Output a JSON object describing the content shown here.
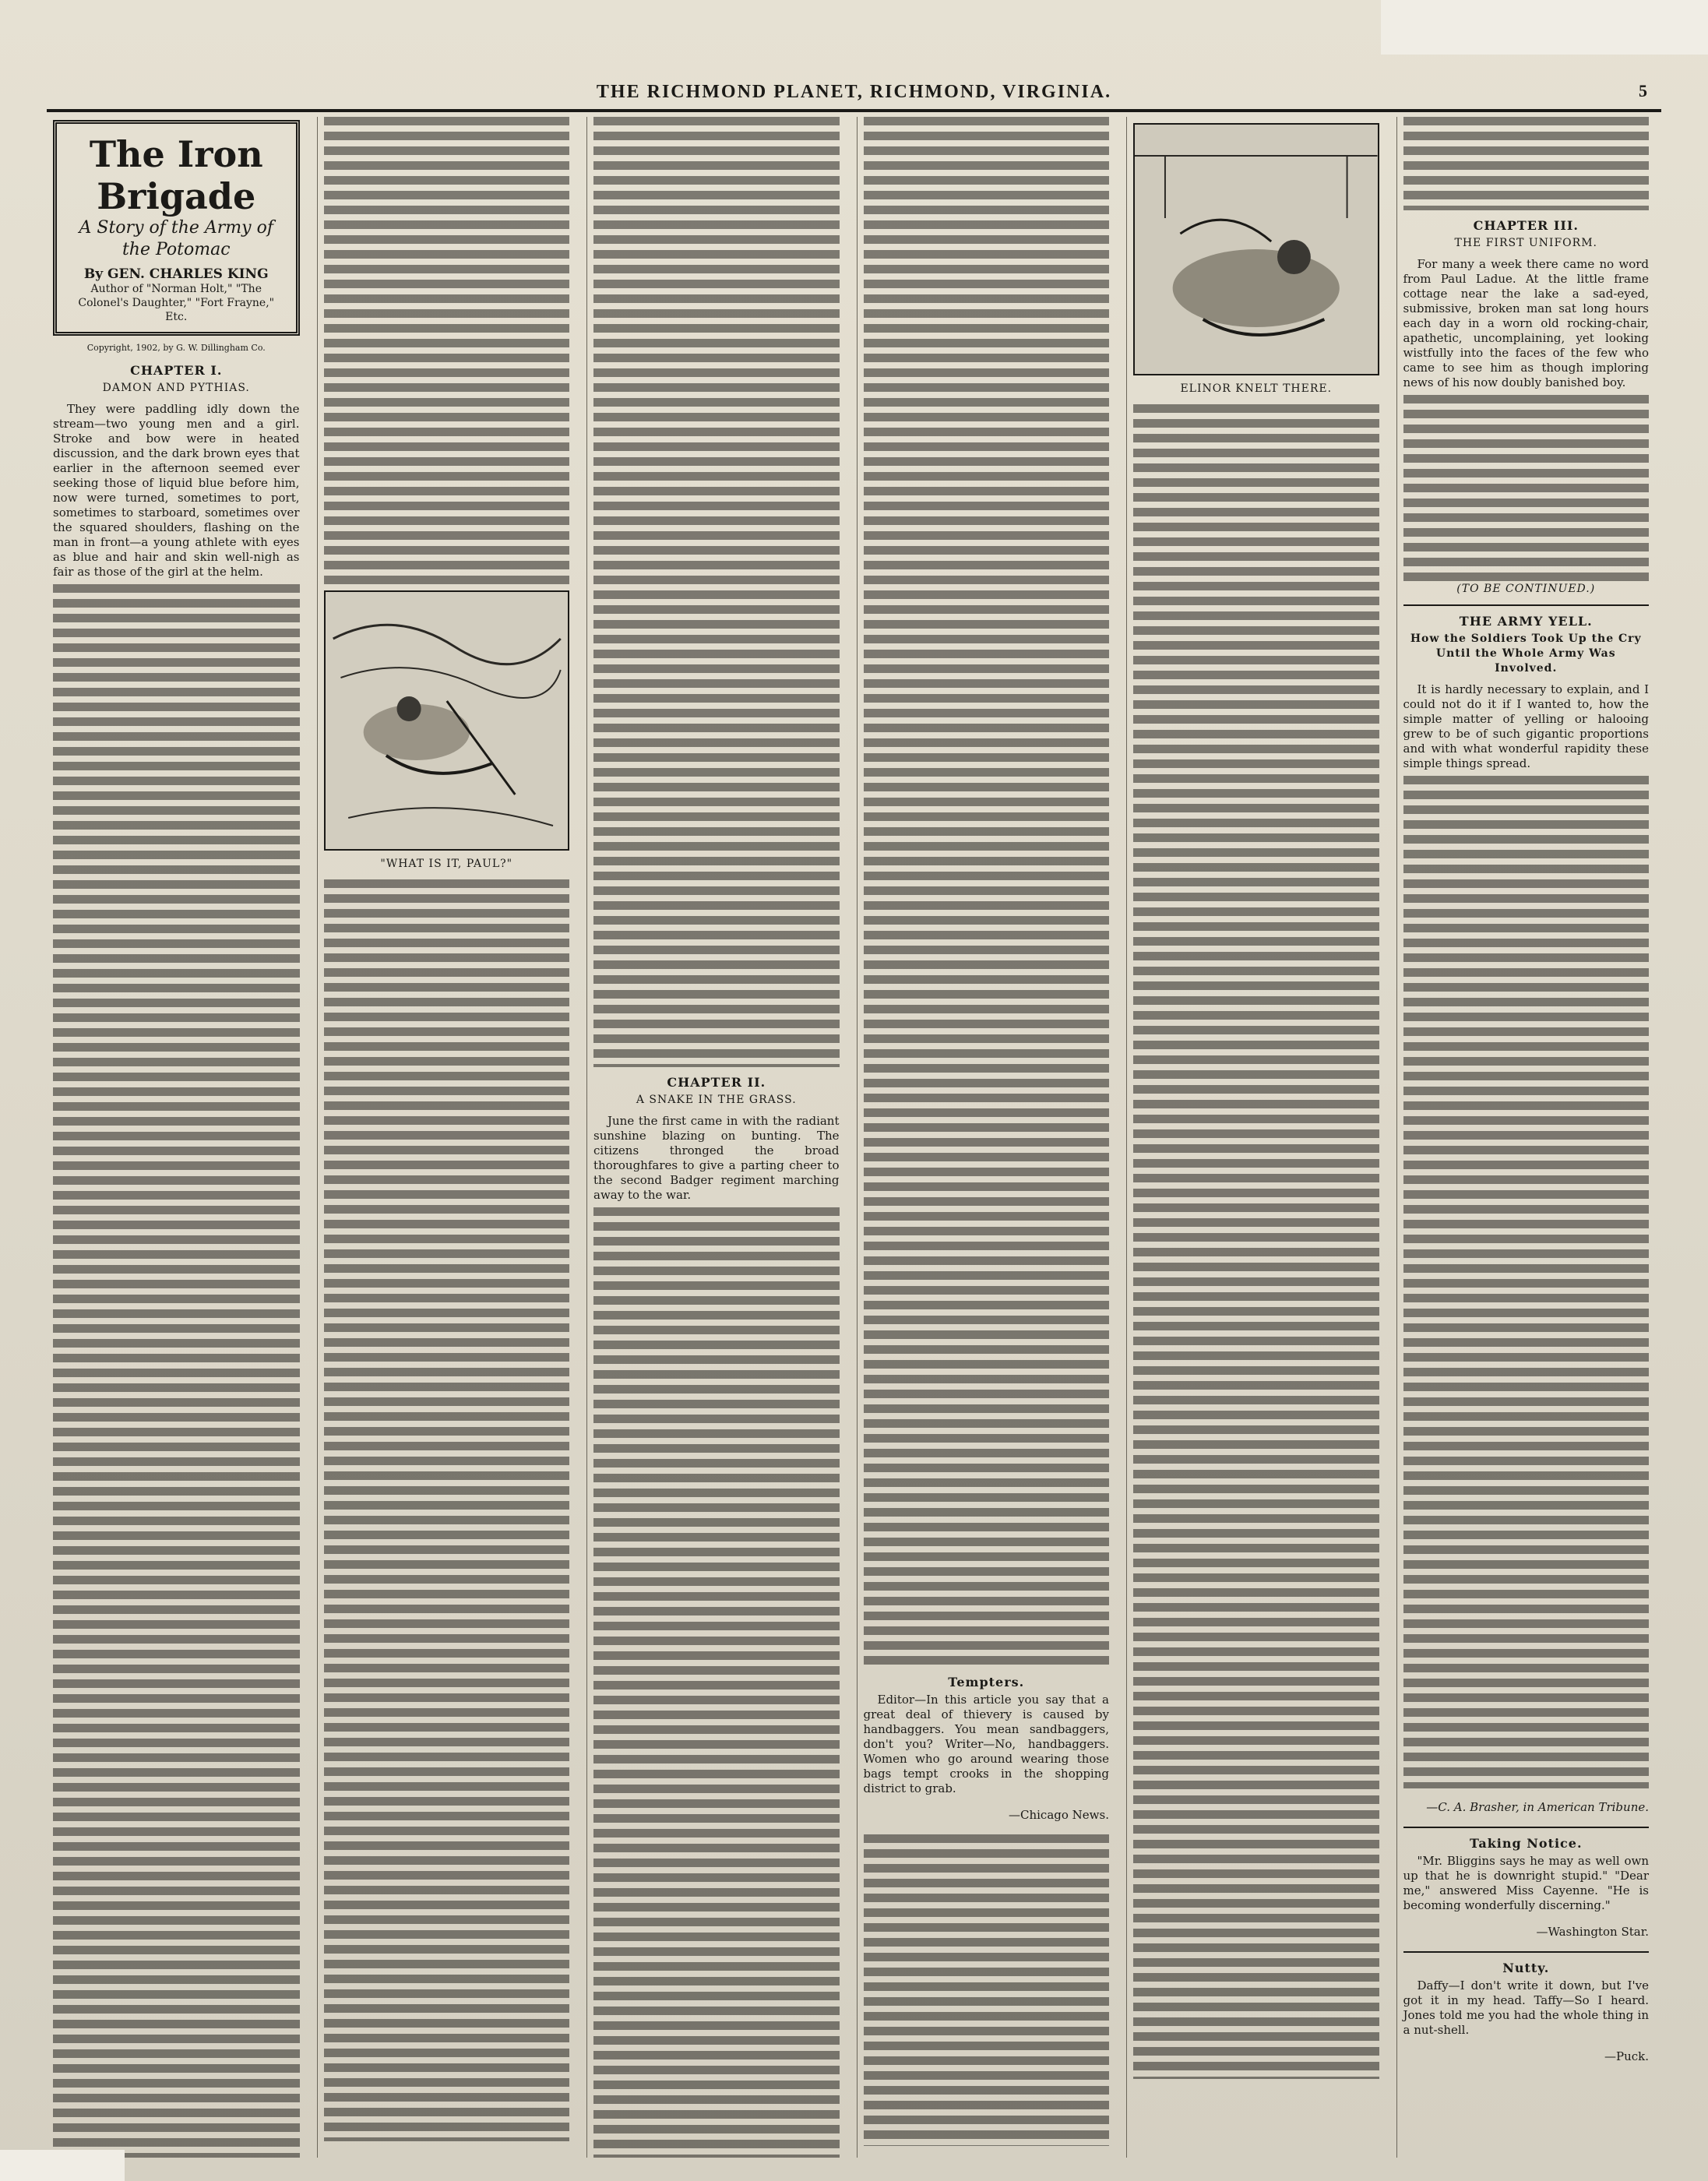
{
  "masthead": {
    "title": "THE RICHMOND PLANET, RICHMOND, VIRGINIA.",
    "page_number": "5"
  },
  "story": {
    "title": "The Iron Brigade",
    "subtitle": "A Story of the Army of the Potomac",
    "byline": "By GEN. CHARLES KING",
    "author_note": "Author of \"Norman Holt,\" \"The Colonel's Daughter,\" \"Fort Frayne,\" Etc.",
    "copyright": "Copyright, 1902, by G. W. Dillingham Co.",
    "chapter1_head": "CHAPTER I.",
    "chapter1_title": "DAMON AND PYTHIAS.",
    "chapter1_opening": "They were paddling idly down the stream—two young men and a girl. Stroke and bow were in heated discussion, and the dark brown eyes that earlier in the afternoon seemed ever seeking those of liquid blue before him, now were turned, sometimes to port, sometimes to starboard, sometimes over the squared shoulders, flashing on the man in front—a young athlete with eyes as blue and hair and skin well-nigh as fair as those of the girl at the helm.",
    "caption_it_is_paul": "\"WHAT IS IT, PAUL?\"",
    "chapter2_head": "CHAPTER II.",
    "chapter2_title": "A SNAKE IN THE GRASS.",
    "chapter2_opening": "June the first came in with the radiant sunshine blazing on bunting. The citizens thronged the broad thoroughfares to give a parting cheer to the second Badger regiment marching away to the war.",
    "caption_elinor_knelt": "ELINOR KNELT THERE.",
    "chapter3_head": "CHAPTER III.",
    "chapter3_title": "THE FIRST UNIFORM.",
    "chapter3_opening": "For many a week there came no word from Paul Ladue. At the little frame cottage near the lake a sad-eyed, submissive, broken man sat long hours each day in a worn old rocking-chair, apathetic, uncomplaining, yet looking wistfully into the faces of the few who came to see him as though imploring news of his now doubly banished boy.",
    "to_be_continued": "(TO BE CONTINUED.)"
  },
  "army_yell": {
    "title": "THE ARMY YELL.",
    "subtitle": "How the Soldiers Took Up the Cry Until the Whole Army Was Involved.",
    "opening": "It is hardly necessary to explain, and I could not do it if I wanted to, how the simple matter of yelling or halooing grew to be of such gigantic proportions and with what wonderful rapidity these simple things spread.",
    "credit": "—C. A. Brasher, in American Tribune."
  },
  "fillers": [
    {
      "title": "Tempters.",
      "text": "Editor—In this article you say that a great deal of thievery is caused by handbaggers. You mean sandbaggers, don't you? Writer—No, handbaggers. Women who go around wearing those bags tempt crooks in the shopping district to grab.",
      "credit": "—Chicago News."
    },
    {
      "title": "Taking Notice.",
      "text": "\"Mr. Bliggins says he may as well own up that he is downright stupid.\" \"Dear me,\" answered Miss Cayenne. \"He is becoming wonderfully discerning.\"",
      "credit": "—Washington Star."
    },
    {
      "title": "Nutty.",
      "text": "Daffy—I don't write it down, but I've got it in my head. Taffy—So I heard. Jones told me you had the whole thing in a nut-shell.",
      "credit": "—Puck."
    }
  ]
}
